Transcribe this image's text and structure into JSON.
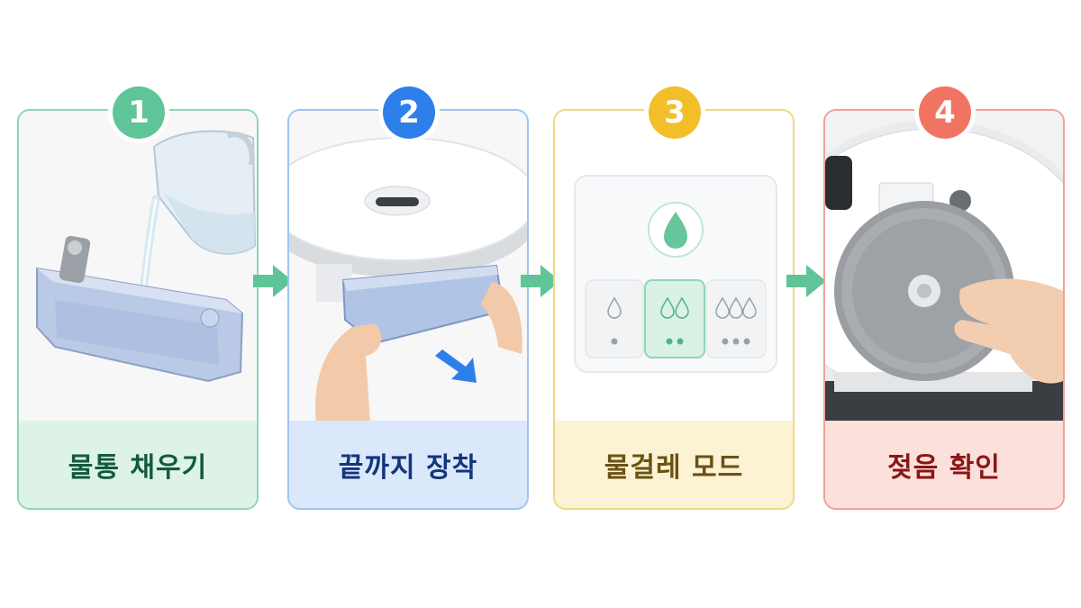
{
  "steps": [
    {
      "number": "1",
      "label": "물통 채우기",
      "color": "#5fc497"
    },
    {
      "number": "2",
      "label": "끝까지 장착",
      "color": "#2f7fea"
    },
    {
      "number": "3",
      "label": "물걸레 모드",
      "color": "#f2be2a"
    },
    {
      "number": "4",
      "label": "젖음 확인",
      "color": "#f17462"
    }
  ],
  "arrow_color": "#5fc497",
  "mode_panel": {
    "selected_index": 1,
    "levels": [
      "low",
      "medium",
      "high"
    ],
    "icon": "water-drop-icon"
  }
}
